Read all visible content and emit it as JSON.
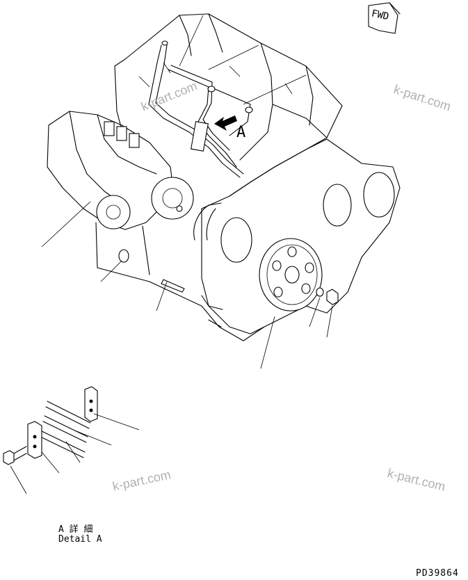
{
  "fwd_label": "FWD",
  "view_marker": "A",
  "detail": {
    "title_jp": "A 詳 細",
    "title_en": "Detail A"
  },
  "watermarks": [
    "k-part.com",
    "k-part.com",
    "k-part.com",
    "k-part.com"
  ],
  "drawing_number": "PD39864"
}
